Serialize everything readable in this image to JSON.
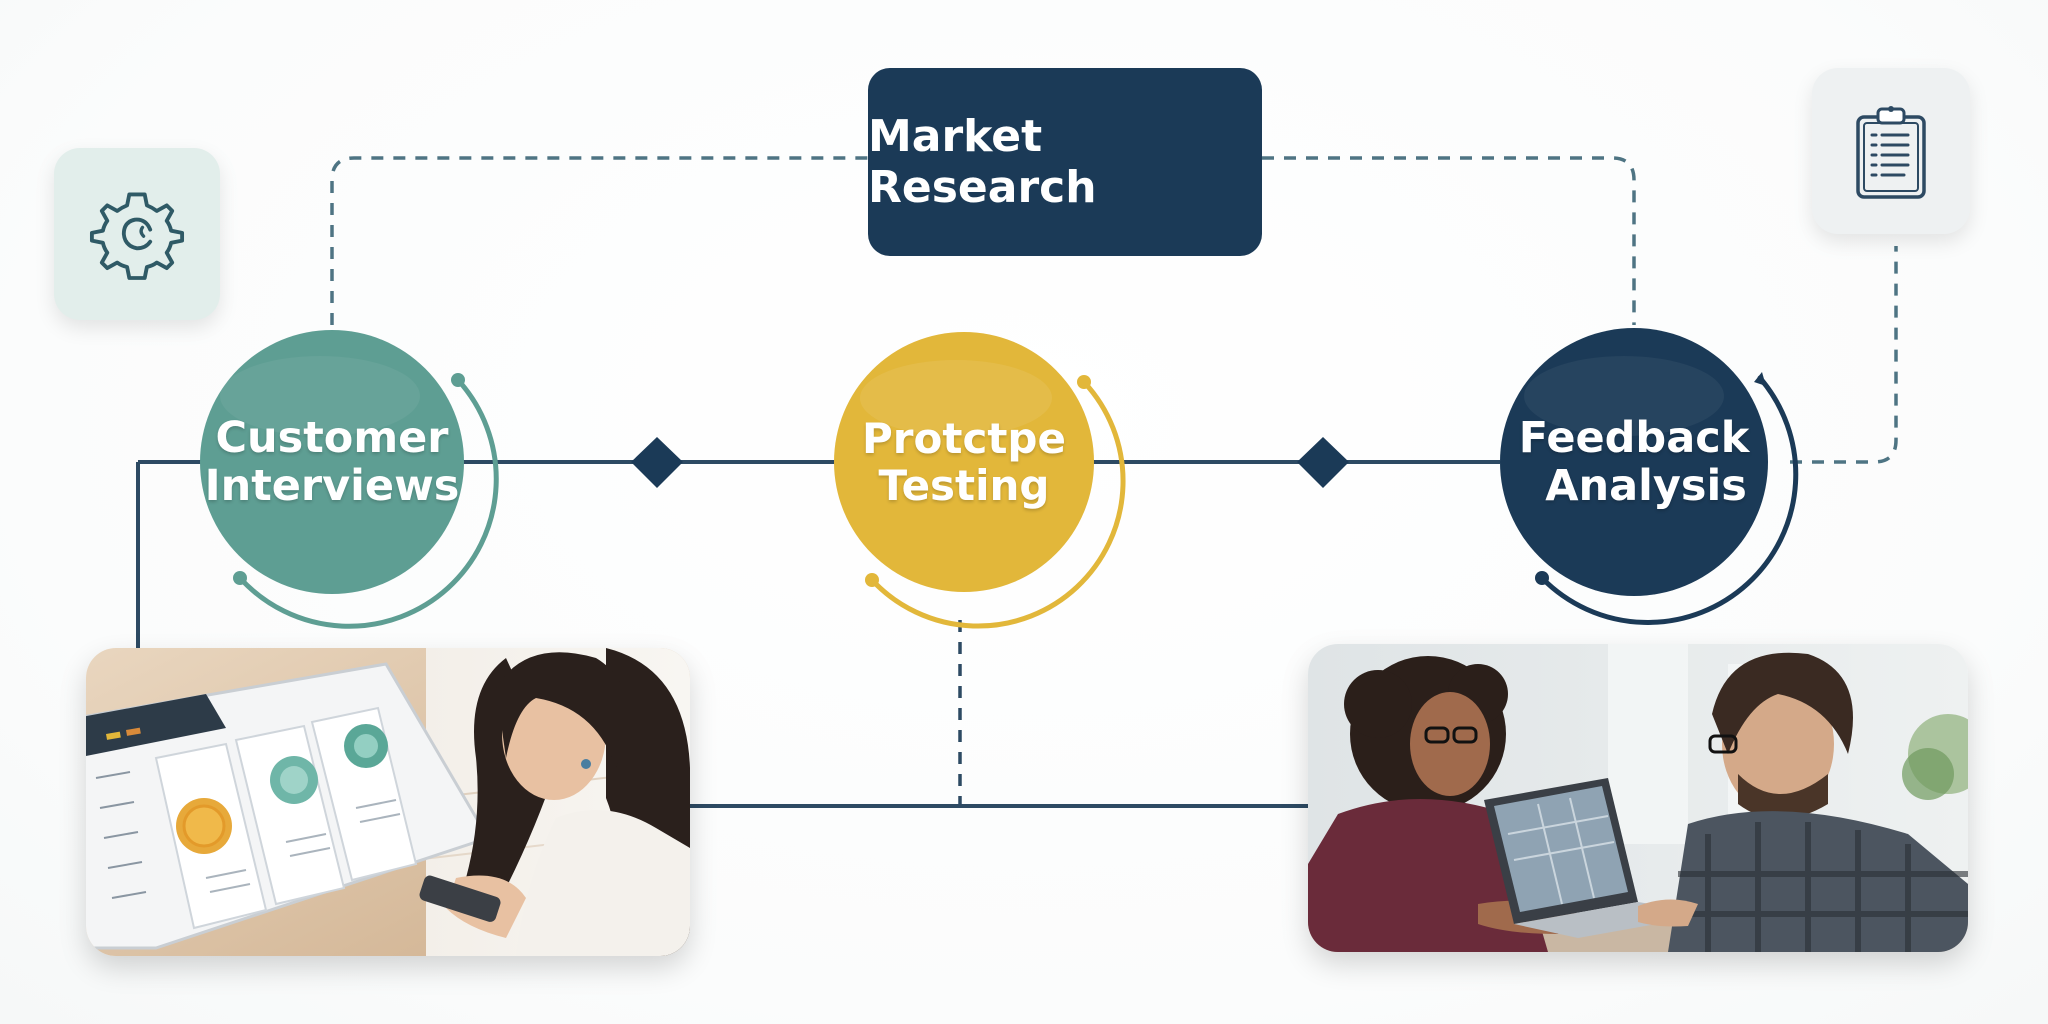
{
  "colors": {
    "navy": "#1b3a57",
    "teal": "#5e9e93",
    "gold": "#e2b73a",
    "connector": "#2d4a63",
    "dashed": "#4e7483",
    "tile_teal_bg": "#e2eeeb",
    "tile_grey_bg": "#eef1f2"
  },
  "diagram": {
    "top_node": {
      "label": "Market Research"
    },
    "nodes": [
      {
        "id": "customer-interviews",
        "line1": "Customer",
        "line2": "Interviews",
        "color": "teal"
      },
      {
        "id": "prototype-testing",
        "line1": "Protctpe",
        "line2": "Testing",
        "color": "gold"
      },
      {
        "id": "feedback-analysis",
        "line1": "Feedback",
        "line2": "Analysis",
        "color": "navy"
      }
    ],
    "icons": {
      "left_tile": "gear-icon",
      "right_tile": "clipboard-checklist-icon"
    },
    "photos": {
      "left": "woman-using-tablet-with-dashboard-photo",
      "right": "two-people-reviewing-laptop-photo"
    }
  }
}
